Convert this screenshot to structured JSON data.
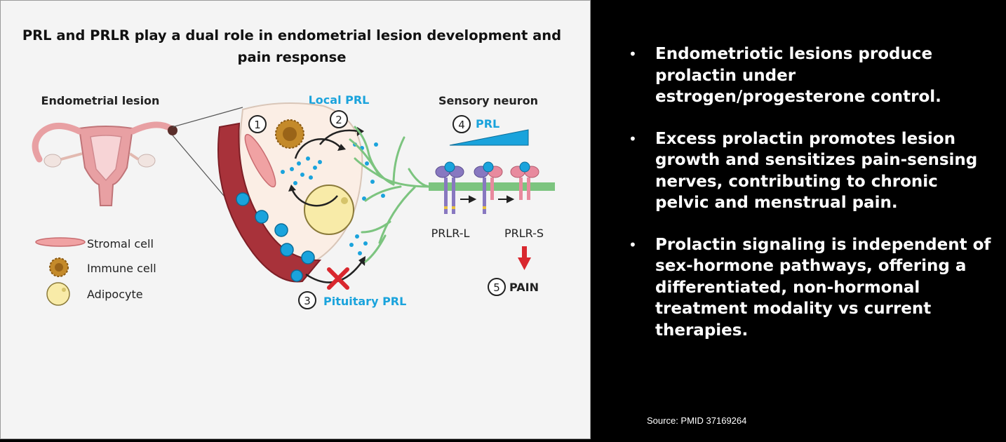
{
  "figure": {
    "title": "PRL and PRLR play a dual role in endometrial lesion development and pain response",
    "labels": {
      "endometrial_lesion": "Endometrial lesion",
      "local_prl": "Local PRL",
      "sensory_neuron": "Sensory neuron",
      "prl": "PRL",
      "pituitary_prl": "Pituitary PRL",
      "prlr_l": "PRLR-L",
      "prlr_s": "PRLR-S",
      "pain": "PAIN"
    },
    "steps": [
      "1",
      "2",
      "3",
      "4",
      "5"
    ],
    "legend": [
      {
        "label": "Stromal cell",
        "icon": "stromal-cell-icon"
      },
      {
        "label": "Immune cell",
        "icon": "immune-cell-icon"
      },
      {
        "label": "Adipocyte",
        "icon": "adipocyte-icon"
      }
    ],
    "colors": {
      "accent_blue": "#1aa3dc",
      "pain_red": "#d9272e",
      "tissue_red": "#a8323a",
      "neuron_green": "#7cc47f"
    }
  },
  "bullets": [
    "Endometriotic lesions produce prolactin under estrogen/progesterone control.",
    "Excess prolactin promotes lesion growth and sensitizes pain-sensing nerves, contributing to chronic pelvic and menstrual pain.",
    "Prolactin signaling is independent of sex-hormone pathways, offering a differentiated, non-hormonal treatment modality vs current therapies."
  ],
  "source": "Source: PMID 37169264"
}
